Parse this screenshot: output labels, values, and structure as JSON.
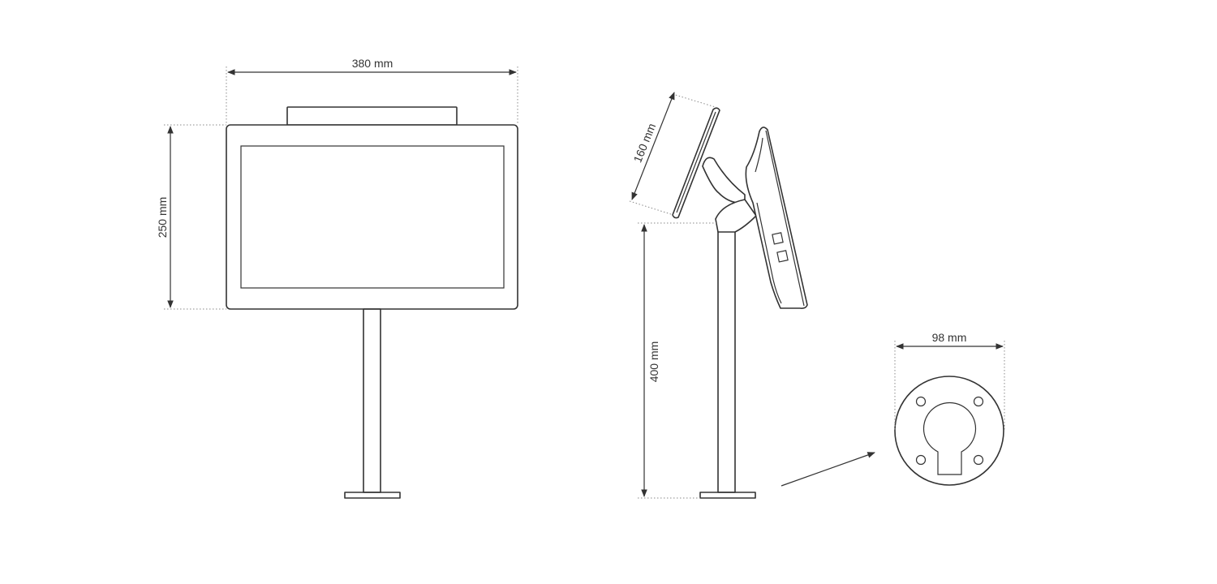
{
  "dimensions": {
    "front_width": "380 mm",
    "front_height": "250 mm",
    "side_tilt": "160 mm",
    "side_height": "400 mm",
    "base_diameter": "98 mm"
  },
  "colors": {
    "line": "#333333",
    "guide": "#8a8a8a",
    "background": "#ffffff"
  }
}
